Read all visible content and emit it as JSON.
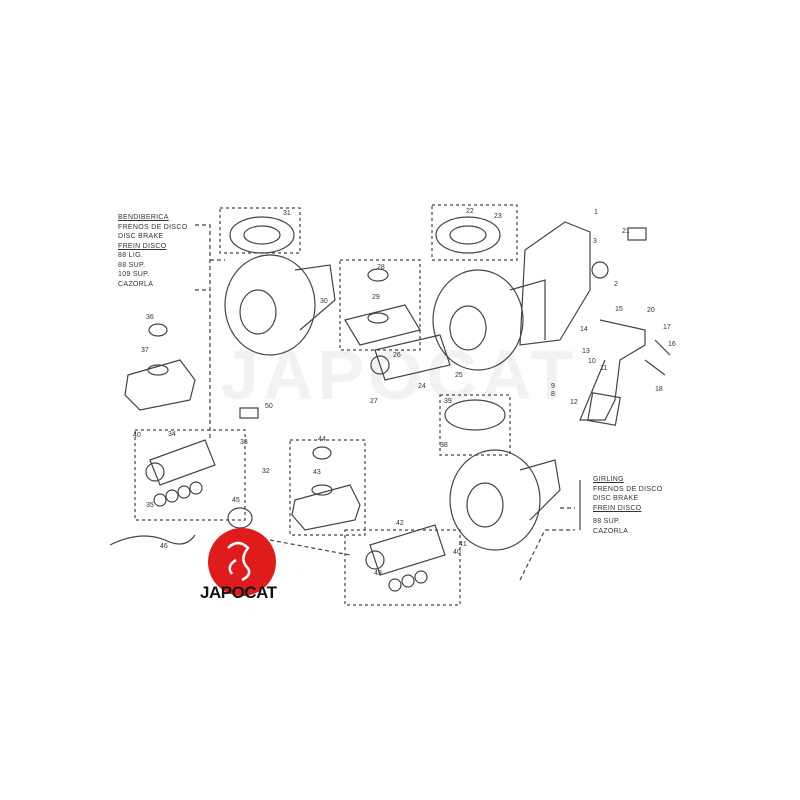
{
  "watermark": "JAPOCAT",
  "logo": {
    "text": "JAPOCAT",
    "color": "#e01b1b"
  },
  "note_bendiberica": {
    "title": "BENDIBERICA",
    "lines": [
      "FRENOS DE DISCO",
      "DISC BRAKE",
      "FREIN DISCO",
      "88 LIG.",
      "88 SUP.",
      "109 SUP.",
      "CAZORLA"
    ]
  },
  "note_girling": {
    "title": "GIRLING",
    "lines": [
      "FRENOS DE DISCO",
      "DISC BRAKE",
      "FREIN DISCO",
      "88 SUP.",
      "CAZORLA"
    ]
  },
  "callouts": [
    "31",
    "30",
    "28",
    "29",
    "22",
    "23",
    "1",
    "21",
    "3",
    "2",
    "20",
    "15",
    "14",
    "17",
    "16",
    "13",
    "10",
    "11",
    "9",
    "8",
    "12",
    "18",
    "36",
    "37",
    "26",
    "25",
    "24",
    "27",
    "39",
    "38",
    "50",
    "40",
    "34",
    "33",
    "32",
    "35",
    "44",
    "43",
    "45",
    "46",
    "42",
    "41",
    "40",
    "49"
  ]
}
